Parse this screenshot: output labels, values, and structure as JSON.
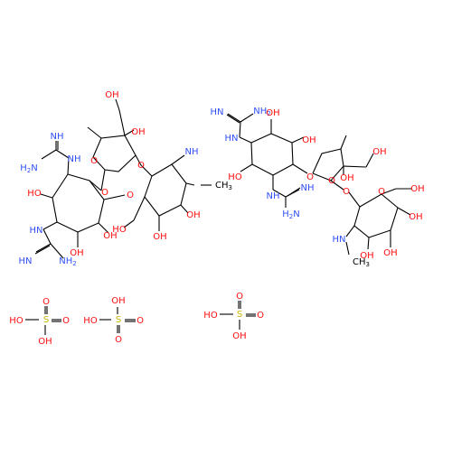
{
  "colors": {
    "background": "#ffffff",
    "bond": "#000000",
    "oxygen": "#ff0d0d",
    "nitrogen": "#3050f8",
    "sulfur": "#c8b400",
    "carbon_label": "#000000"
  },
  "labels": {
    "oh": "OH",
    "ho": "HO",
    "o": "O",
    "s": "S",
    "nh": "NH",
    "hn": "HN",
    "nh2": "NH",
    "h2n": "H",
    "methylamine": "N",
    "methyl": "CH",
    "subscript2": "2",
    "subscript3": "3",
    "h": "H"
  }
}
